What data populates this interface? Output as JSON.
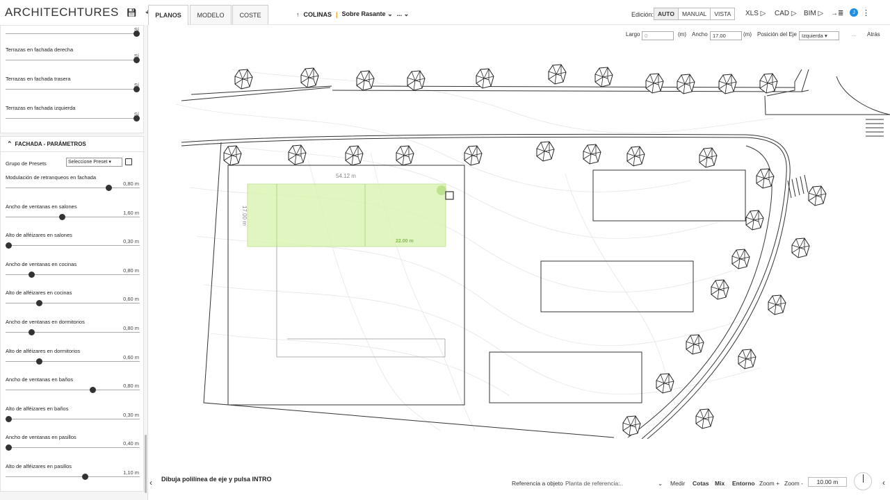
{
  "app": {
    "brand": "ARCHITECHTURES"
  },
  "top_panel": {
    "rows": [
      {
        "label": "",
        "value": "Sí",
        "pos": 1.0
      },
      {
        "label": "Terrazas en fachada derecha",
        "value": "Sí",
        "pos": 1.0
      },
      {
        "label": "Terrazas en fachada trasera",
        "value": "Sí",
        "pos": 1.0
      },
      {
        "label": "Terrazas en fachada izquierda",
        "value": "Sí",
        "pos": 1.0
      }
    ]
  },
  "facade": {
    "title": "FACHADA - PARÁMETROS",
    "preset_label": "Grupo de Presets",
    "preset_value": "Seleccione Preset",
    "rows": [
      {
        "label": "Modulación de retranqueos en fachada",
        "value": "0,80  m",
        "pos": 0.78
      },
      {
        "label": "Ancho de ventanas en salones",
        "value": "1,60  m",
        "pos": 0.42
      },
      {
        "label": "Alto de alféizares en salones",
        "value": "0,30  m",
        "pos": 0.0
      },
      {
        "label": "Ancho de ventanas en cocinas",
        "value": "0,80  m",
        "pos": 0.18
      },
      {
        "label": "Alto de alféizares en cocinas",
        "value": "0,60  m",
        "pos": 0.24
      },
      {
        "label": "Ancho de ventanas en dormitorios",
        "value": "0,80  m",
        "pos": 0.18
      },
      {
        "label": "Alto de alféizares en dormitorios",
        "value": "0,60  m",
        "pos": 0.24
      },
      {
        "label": "Ancho de ventanas en baños",
        "value": "0,80  m",
        "pos": 0.66
      },
      {
        "label": "Alto de alféizares en baños",
        "value": "0,30  m",
        "pos": 0.0
      },
      {
        "label": "Ancho de ventanas en pasillos",
        "value": "0,40  m",
        "pos": 0.0
      },
      {
        "label": "Alto de alféizares en pasillos",
        "value": "1,10  m",
        "pos": 0.6
      }
    ]
  },
  "tabs": [
    "PLANOS",
    "MODELO",
    "COSTE"
  ],
  "project": {
    "name": "COLINAS",
    "level": "Sobre Rasante",
    "more": "..."
  },
  "edition": {
    "label": "Edición:",
    "modes": [
      "AUTO",
      "MANUAL",
      "VISTA"
    ],
    "active": "AUTO"
  },
  "exports": {
    "xls": "XLS ▷",
    "cad": "CAD ▷",
    "bim": "BIM ▷"
  },
  "avatar_initial": "J",
  "params": {
    "largo_label": "Largo",
    "largo_value": "0",
    "largo_unit": "(m)",
    "ancho_label": "Ancho",
    "ancho_value": "17.00",
    "ancho_unit": "(m)",
    "eje_label": "Posición del Eje",
    "eje_value": "Izquierda",
    "dots": "...",
    "back": "Atrás"
  },
  "drawing": {
    "dim_length": "54.12 m",
    "dim_width": "17.00 m",
    "dim_segment": "22.00 m"
  },
  "bottom": {
    "hint": "Dibuja polilínea de eje y pulsa INTRO",
    "ref_object": "Referencia a objeto",
    "ref_plan": "Planta de referencia:",
    "ref_plan_value": "...",
    "medir": "Medir",
    "cotas": "Cotas",
    "mix": "Mix",
    "entorno": "Entorno",
    "zoom_in": "Zoom +",
    "zoom_out": "Zoom -",
    "zoom_value": "10.00 m"
  },
  "colors": {
    "accent": "#1f8ee6",
    "selection_fill": "#d9f3b0",
    "selection_text": "#7cc242",
    "separator": "#e3a300"
  }
}
